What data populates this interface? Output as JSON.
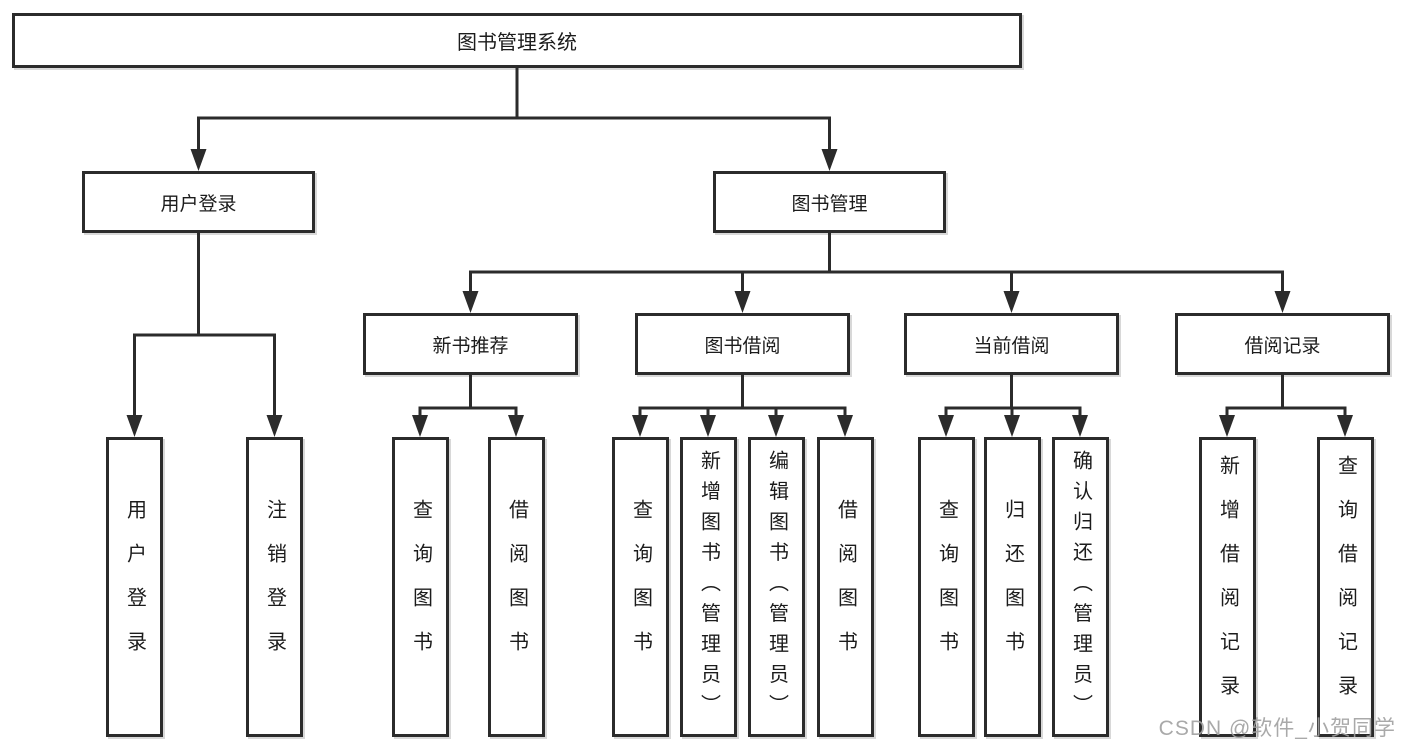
{
  "tree": {
    "label": "图书管理系统",
    "children": [
      {
        "label": "用户登录",
        "children": [
          {
            "label": "用户登录"
          },
          {
            "label": "注销登录"
          }
        ]
      },
      {
        "label": "图书管理",
        "children": [
          {
            "label": "新书推荐",
            "children": [
              {
                "label": "查询图书"
              },
              {
                "label": "借阅图书"
              }
            ]
          },
          {
            "label": "图书借阅",
            "children": [
              {
                "label": "查询图书"
              },
              {
                "label": "新增图书（管理员）"
              },
              {
                "label": "编辑图书（管理员）"
              },
              {
                "label": "借阅图书"
              }
            ]
          },
          {
            "label": "当前借阅",
            "children": [
              {
                "label": "查询图书"
              },
              {
                "label": "归还图书"
              },
              {
                "label": "确认归还（管理员）"
              }
            ]
          },
          {
            "label": "借阅记录",
            "children": [
              {
                "label": "新增借阅记录"
              },
              {
                "label": "查询借阅记录"
              }
            ]
          }
        ]
      }
    ]
  },
  "watermark": {
    "text": "CSDN @软件_小贺同学"
  },
  "colors": {
    "line": "#2b2b2b",
    "text": "#1c1c1c",
    "watermark": "#a0a0a0",
    "background": "#ffffff"
  }
}
